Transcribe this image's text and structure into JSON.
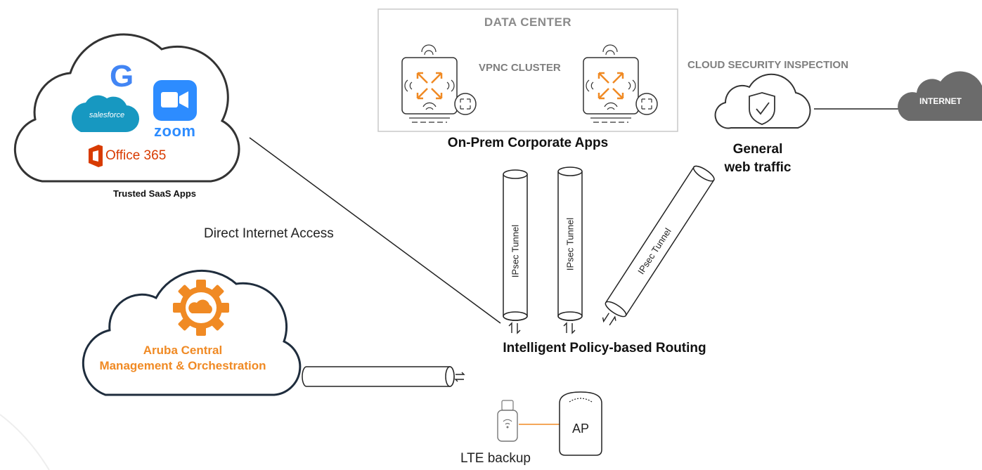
{
  "data_center": {
    "title": "DATA CENTER",
    "cluster_label": "VPNC CLUSTER",
    "apps_label": "On-Prem Corporate Apps"
  },
  "cloud_security": {
    "title": "CLOUD SECURITY INSPECTION",
    "label": "General web traffic",
    "label_line1": "General",
    "label_line2": "web traffic",
    "internet_label": "INTERNET"
  },
  "saas": {
    "label": "Trusted SaaS Apps",
    "apps": {
      "google": "G",
      "salesforce": "salesforce",
      "zoom": "zoom",
      "office": "Office 365"
    }
  },
  "links": {
    "direct_internet": "Direct Internet Access",
    "tunnels": [
      "IPsec Tunnel",
      "IPsec Tunnel",
      "IPsec Tunnel"
    ]
  },
  "routing": {
    "label": "Intelligent Policy-based Routing"
  },
  "aruba": {
    "line1": "Aruba Central",
    "line2": "Management & Orchestration"
  },
  "edge": {
    "ap_label": "AP",
    "lte_label": "LTE backup"
  },
  "colors": {
    "accent_orange": "#f08a24",
    "navy": "#1f2d3d",
    "gray": "#7f7f7f",
    "internet_cloud": "#6b6b6b",
    "google_blue": "#4285f4",
    "salesforce_blue": "#1798c1",
    "zoom_blue": "#2d8cff",
    "office_red": "#d83b01"
  }
}
